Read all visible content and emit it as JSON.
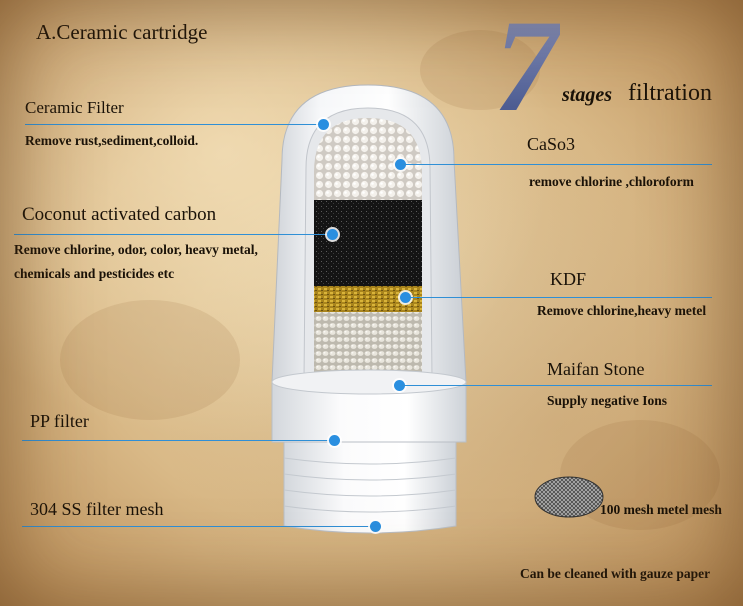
{
  "title": "A.Ceramic cartridge",
  "badge": {
    "number": "7",
    "stages": "stages",
    "filtration": "filtration"
  },
  "layers": {
    "ceramic_filter": {
      "name": "Ceramic Filter",
      "desc": "Remove rust,sediment,colloid."
    },
    "caso3": {
      "name": "CaSo3",
      "desc": "remove chlorine ,chloroform"
    },
    "coconut": {
      "name": "Coconut activated carbon",
      "desc1": "Remove chlorine, odor, color, heavy metal,",
      "desc2": "chemicals and pesticides etc"
    },
    "kdf": {
      "name": "KDF",
      "desc": "Remove chlorine,heavy metel"
    },
    "maifan": {
      "name": "Maifan Stone",
      "desc": "Supply negative Ions"
    },
    "pp": {
      "name": "PP filter"
    },
    "mesh": {
      "name": "304 SS filter mesh"
    }
  },
  "mesh_sample": {
    "label": "100 mesh metel mesh",
    "note": "Can be cleaned with gauze paper"
  },
  "colors": {
    "accent_line": "#2f8fd6",
    "badge": "#4a5a93"
  }
}
